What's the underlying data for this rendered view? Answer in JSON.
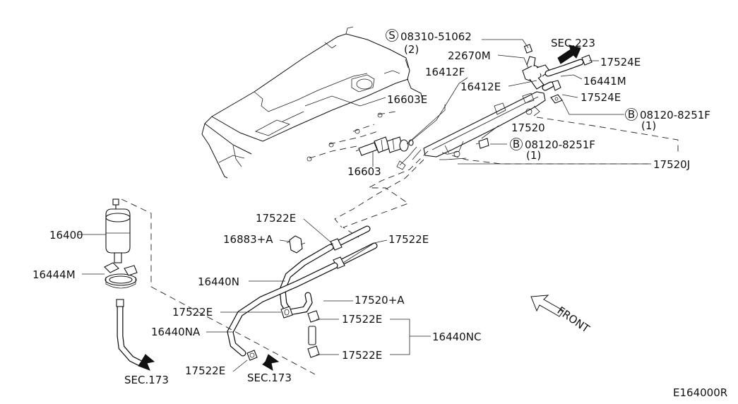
{
  "diagram": {
    "code": "E164000R",
    "front_label": "FRONT",
    "labels": {
      "p08310": "08310-51062",
      "p08310_qty": "(2)",
      "sec223": "SEC.223",
      "p22670M": "22670M",
      "p17524E_a": "17524E",
      "p16441M": "16441M",
      "p16412F": "16412F",
      "p16412E": "16412E",
      "p17524E_b": "17524E",
      "p16603E": "16603E",
      "p08120_a": "08120-8251F",
      "p08120_a_qty": "(1)",
      "p17520": "17520",
      "p08120_b": "08120-8251F",
      "p08120_b_qty": "(1)",
      "p16603": "16603",
      "p17520J": "17520J",
      "p16400": "16400",
      "p17522E_a": "17522E",
      "p16883A": "16883+A",
      "p17522E_b": "17522E",
      "p16444M": "16444M",
      "p16440N": "16440N",
      "p17520A": "17520+A",
      "p17522E_c": "17522E",
      "p17522E_d": "17522E",
      "p16440NA": "16440NA",
      "p16440NC": "16440NC",
      "p17522E_e": "17522E",
      "p17522E_f": "17522E",
      "sec173_a": "SEC.173",
      "sec173_b": "SEC.173"
    },
    "symbols": {
      "s": "S",
      "b1": "B",
      "b2": "B"
    }
  }
}
